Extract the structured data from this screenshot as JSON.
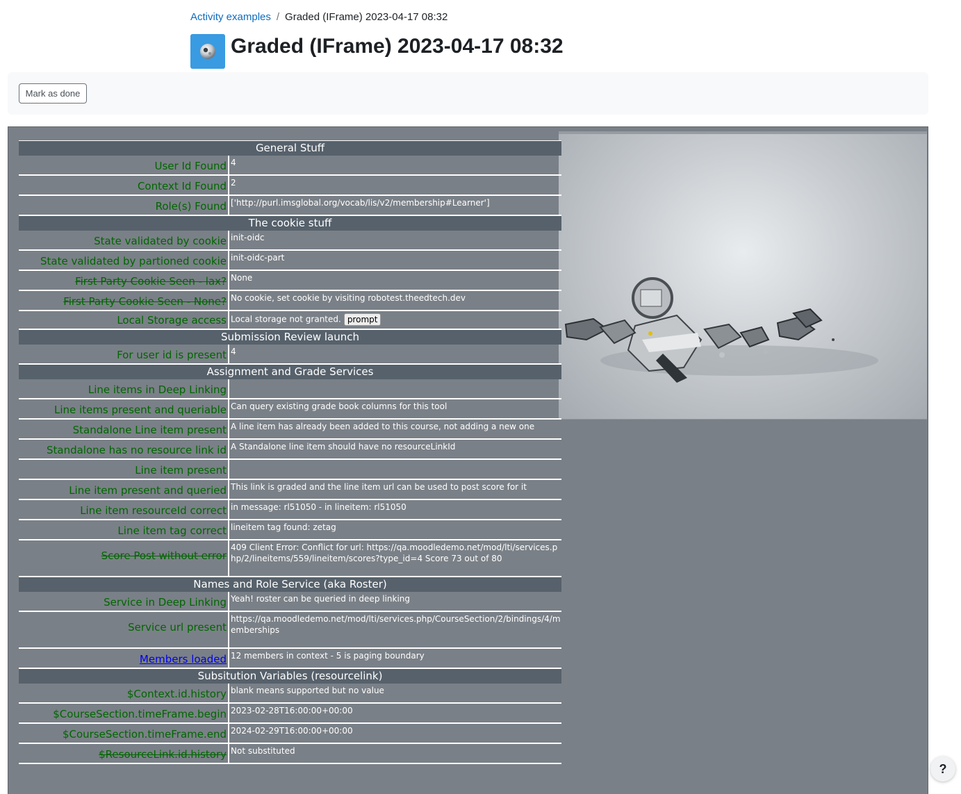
{
  "breadcrumb": {
    "parent": "Activity examples",
    "separator": "/",
    "current": "Graded (IFrame) 2023-04-17 08:32"
  },
  "page": {
    "title": "Graded (IFrame) 2023-04-17 08:32",
    "icon": "lti-external-tool-icon"
  },
  "activity": {
    "mark_done_label": "Mark as done"
  },
  "help_label": "?",
  "colors": {
    "link": "#0f6cbf",
    "icon_bg": "#399be2",
    "label_ok": "#006600",
    "label_warn": "#f0a000",
    "label_err": "#aa0000",
    "section_header": "#56616b",
    "frame_bg": "#7a8087"
  },
  "sections": {
    "general": {
      "title": "General Stuff",
      "rows": [
        {
          "label": "User Id Found",
          "value": "4"
        },
        {
          "label": "Context Id Found",
          "value": "2"
        },
        {
          "label": "Role(s) Found",
          "value": "['http://purl.imsglobal.org/vocab/lis/v2/membership#Learner']"
        }
      ]
    },
    "cookie": {
      "title": "The cookie stuff",
      "rows": [
        {
          "label": "State validated by cookie",
          "value": "init-oidc"
        },
        {
          "label": "State validated by partioned cookie",
          "value": "init-oidc-part"
        },
        {
          "label": "First Party Cookie Seen - lax?",
          "value": "None"
        },
        {
          "label": "First Party Cookie Seen - None?",
          "value": "No cookie, set cookie by visiting robotest.theedtech.dev"
        },
        {
          "label": "Local Storage access",
          "value": "Local storage not granted.",
          "button": "prompt"
        }
      ]
    },
    "submission": {
      "title": "Submission Review launch",
      "rows": [
        {
          "label": "For user id is present",
          "value": "4"
        }
      ]
    },
    "ags": {
      "title": "Assignment and Grade Services",
      "rows": [
        {
          "label": "Line items in Deep Linking",
          "value": ""
        },
        {
          "label": "Line items present and queriable",
          "value": "Can query existing grade book columns for this tool"
        },
        {
          "label": "Standalone Line item present",
          "value": "A line item has already been added to this course, not adding a new one"
        },
        {
          "label": "Standalone has no resource link id",
          "value": "A Standalone line item should have no resourceLinkId"
        },
        {
          "label": "Line item present",
          "value": ""
        },
        {
          "label": "Line item present and queried",
          "value": "This link is graded and the line item url can be used to post score for it"
        },
        {
          "label": "Line item resourceId correct",
          "value": "in message: rl51050 - in lineitem: rl51050"
        },
        {
          "label": "Line item tag correct",
          "value": "lineitem tag found: zetag"
        },
        {
          "label": "Score Post without error",
          "value": "409 Client Error: Conflict for url: https://qa.moodledemo.net/mod/lti/services.php/2/lineitems/559/lineitem/scores?type_id=4 Score 73 out of 80"
        }
      ]
    },
    "nrps": {
      "title": "Names and Role Service (aka Roster)",
      "rows": [
        {
          "label": "Service in Deep Linking",
          "value": "Yeah! roster can be queried in deep linking"
        },
        {
          "label": "Service url present",
          "value": "https://qa.moodledemo.net/mod/lti/services.php/CourseSection/2/bindings/4/memberships"
        },
        {
          "label": "Members loaded",
          "value": "12 members in context - 5 is paging boundary"
        }
      ]
    },
    "subst": {
      "title": "Subsitution Variables (resourcelink)",
      "rows": [
        {
          "label": "$Context.id.history",
          "value": "blank means supported but no value"
        },
        {
          "label": "$CourseSection.timeFrame.begin",
          "value": "2023-02-28T16:00:00+00:00"
        },
        {
          "label": "$CourseSection.timeFrame.end",
          "value": "2024-02-29T16:00:00+00:00"
        },
        {
          "label": "$ResourceLink.id.history",
          "value": "Not substituted"
        }
      ]
    }
  }
}
